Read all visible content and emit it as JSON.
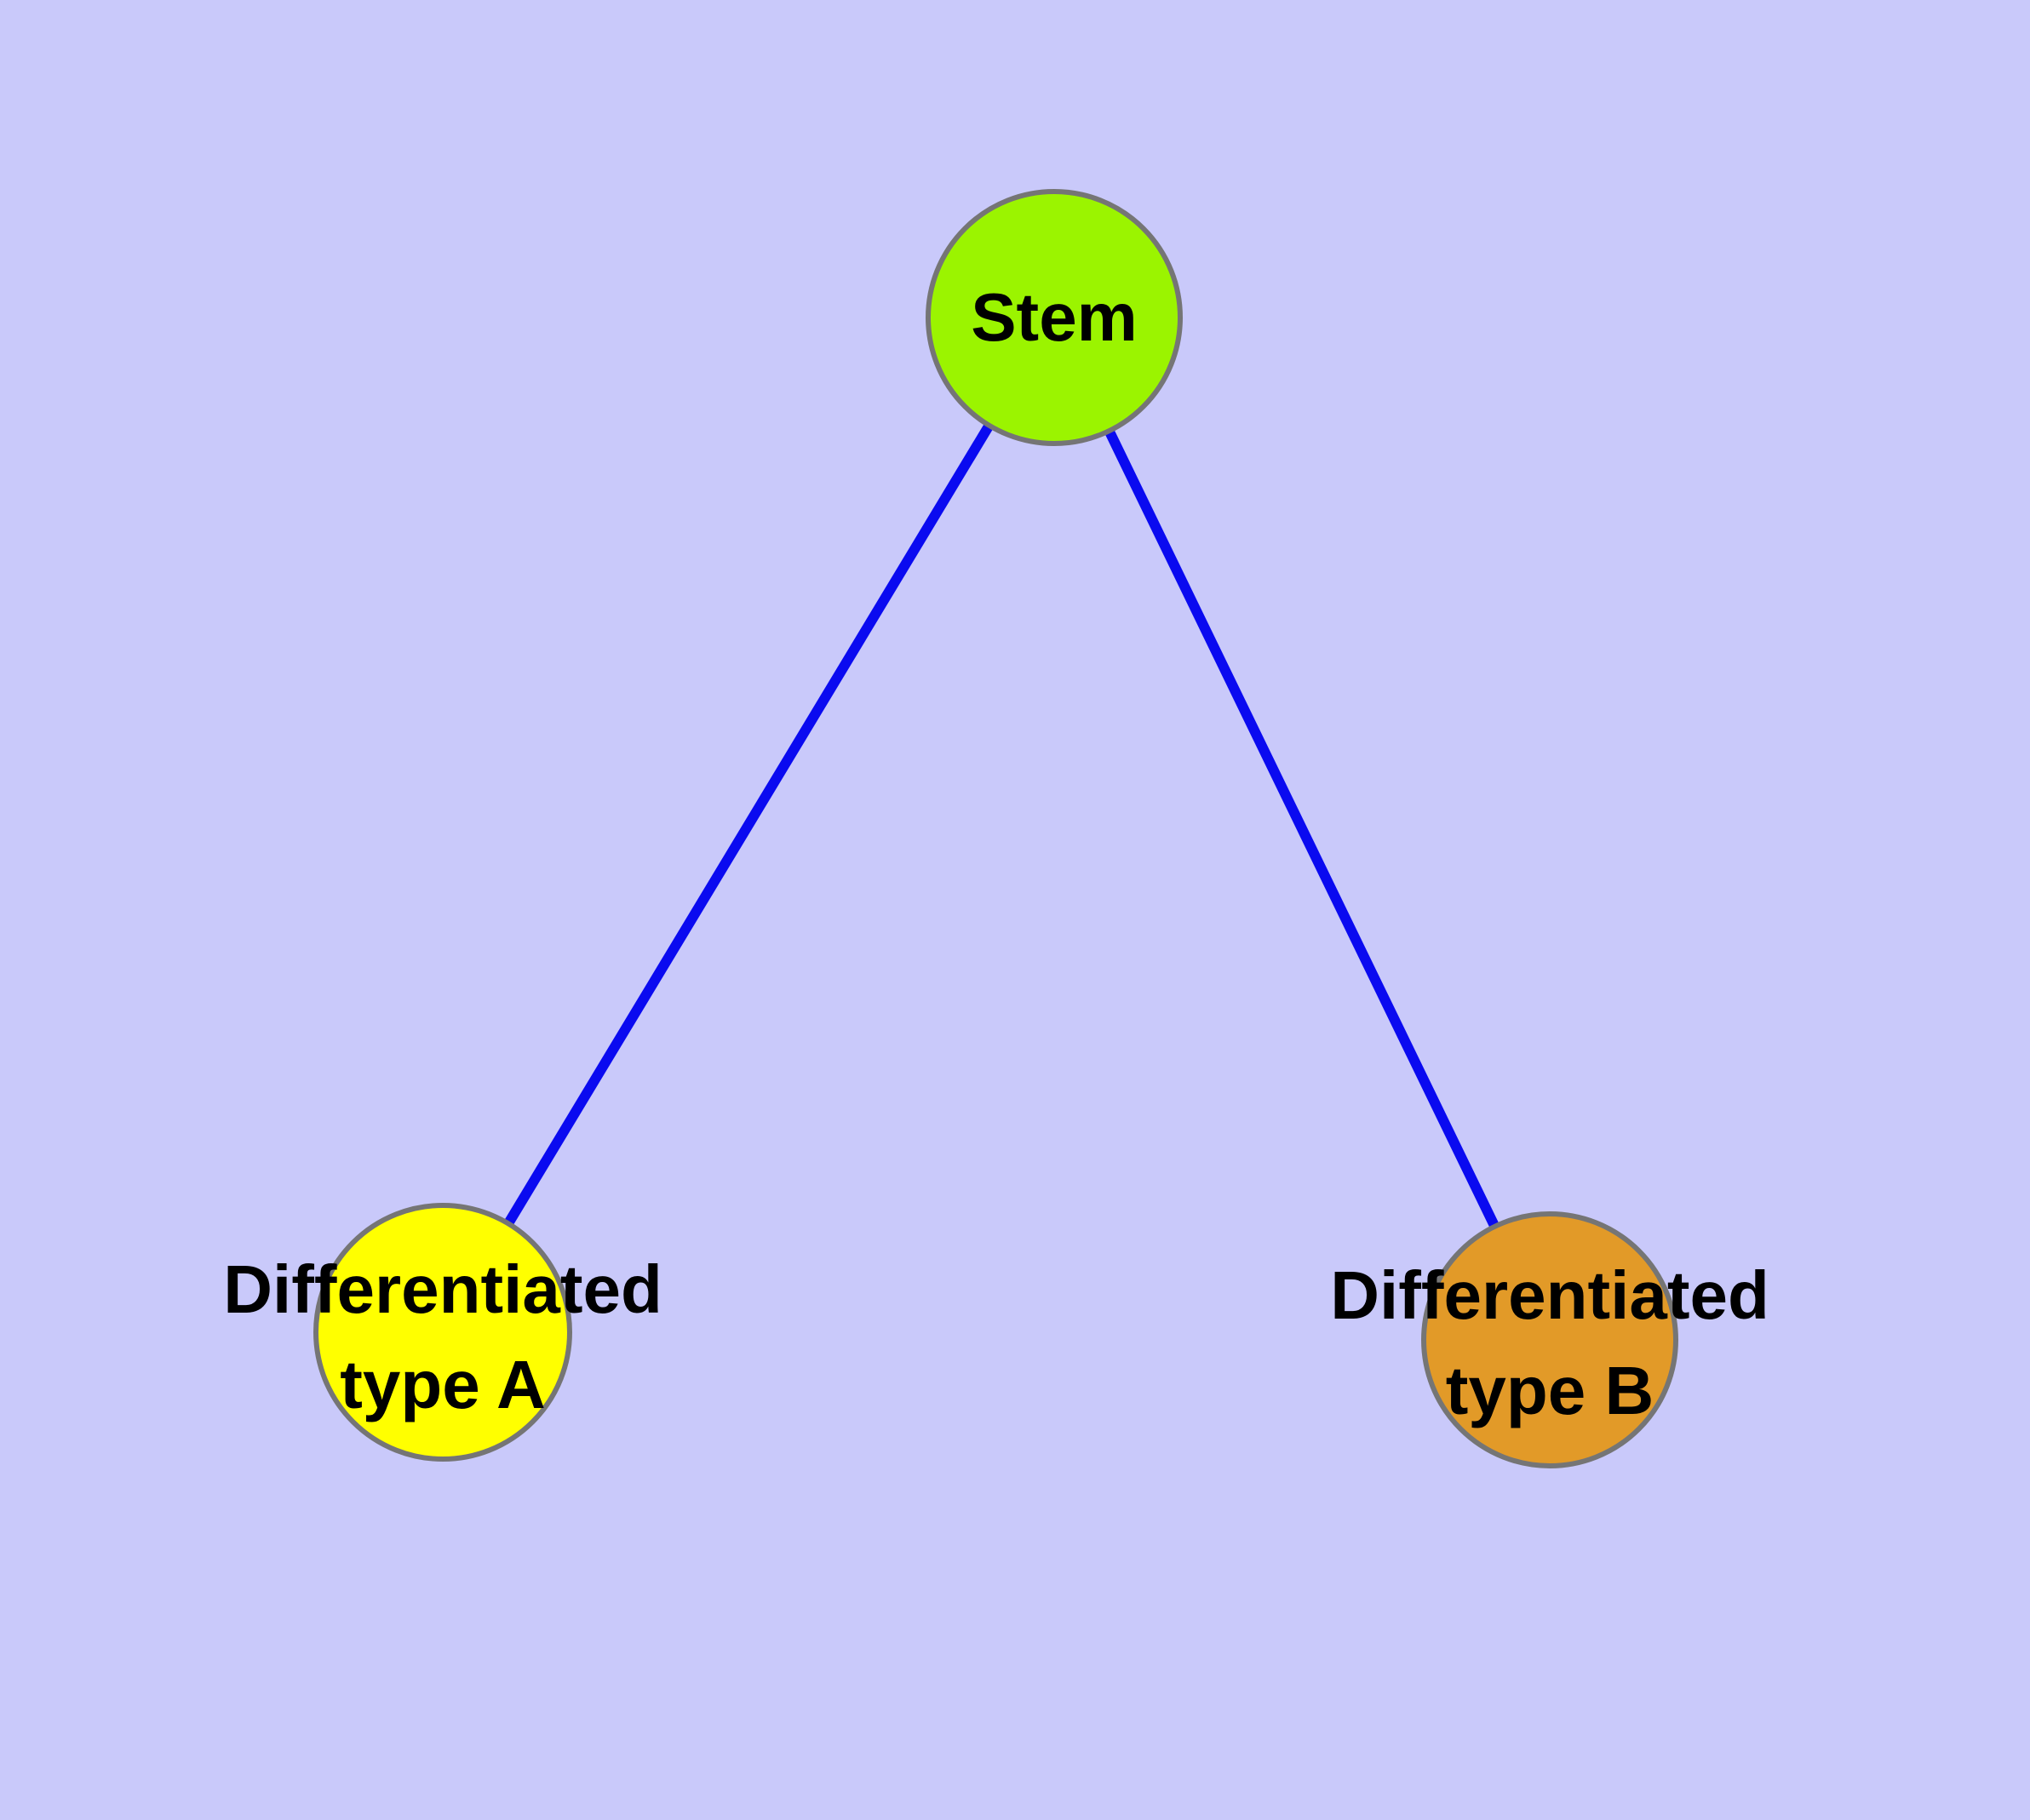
{
  "diagram": {
    "type": "node-link-graph",
    "background_color": "#C9C9FA",
    "edge_color": "#0A0AF0",
    "node_border_color": "#757575",
    "nodes": [
      {
        "id": "stem",
        "label": "Stem",
        "fill_color": "#9BF400"
      },
      {
        "id": "differentiated-type-a",
        "label": "Differentiated\ntype A",
        "fill_color": "#FFFF00"
      },
      {
        "id": "differentiated-type-b",
        "label": "Differentiated\ntype B",
        "fill_color": "#E29A28"
      }
    ],
    "edges": [
      {
        "from": "Stem",
        "to": "Differentiated type A"
      },
      {
        "from": "Stem",
        "to": "Differentiated type B"
      }
    ]
  }
}
